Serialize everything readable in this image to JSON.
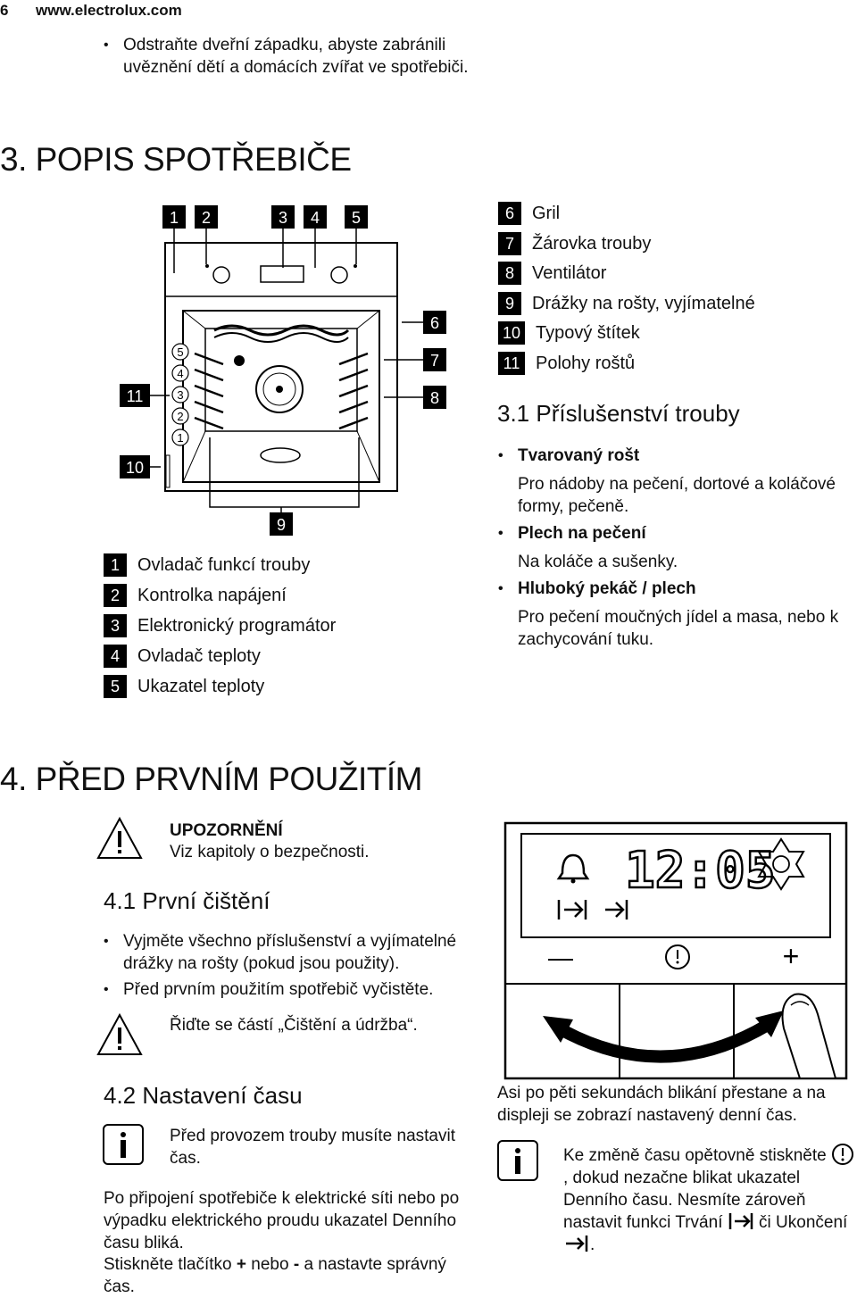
{
  "header": {
    "page_number": "6",
    "url": "www.electrolux.com"
  },
  "intro_bullet": "Odstraňte dveřní západku, abyste zabránili uvěznění dětí a domácích zvířat ve spotřebiči.",
  "section3": {
    "title": "3. POPIS SPOTŘEBIČE",
    "diagram_labels": [
      "1",
      "2",
      "3",
      "4",
      "5",
      "6",
      "7",
      "8",
      "9",
      "10",
      "11"
    ],
    "shelf_levels": [
      "5",
      "4",
      "3",
      "2",
      "1"
    ],
    "legend_left": [
      {
        "num": "1",
        "label": "Ovladač funkcí trouby"
      },
      {
        "num": "2",
        "label": "Kontrolka napájení"
      },
      {
        "num": "3",
        "label": "Elektronický programátor"
      },
      {
        "num": "4",
        "label": "Ovladač teploty"
      },
      {
        "num": "5",
        "label": "Ukazatel teploty"
      }
    ],
    "legend_right": [
      {
        "num": "6",
        "label": "Gril"
      },
      {
        "num": "7",
        "label": "Žárovka trouby"
      },
      {
        "num": "8",
        "label": "Ventilátor"
      },
      {
        "num": "9",
        "label": "Drážky na rošty, vyjímatelné"
      },
      {
        "num": "10",
        "label": "Typový štítek"
      },
      {
        "num": "11",
        "label": "Polohy roštů"
      }
    ],
    "accessories": {
      "title": "3.1 Příslušenství trouby",
      "items": [
        {
          "name": "Tvarovaný rošt",
          "desc": "Pro nádoby na pečení, dortové a koláčové formy, pečeně."
        },
        {
          "name": "Plech na pečení",
          "desc": "Na koláče a sušenky."
        },
        {
          "name": "Hluboký pekáč / plech",
          "desc": "Pro pečení moučných jídel a masa, nebo k zachycování tuku."
        }
      ]
    }
  },
  "section4": {
    "title": "4. PŘED PRVNÍM POUŽITÍM",
    "warning_title": "UPOZORNĚNÍ",
    "warning_text": "Viz kapitoly o bezpečnosti.",
    "cleaning_title": "4.1 První čištění",
    "cleaning_bullets": [
      "Vyjměte všechno příslušenství a vyjímatelné drážky na rošty (pokud jsou použity).",
      "Před prvním použitím spotřebič vyčistěte."
    ],
    "cleaning_warning": "Řiďte se částí „Čištění a údržba“.",
    "time_title": "4.2 Nastavení času",
    "time_info": "Před provozem trouby musíte nastavit čas.",
    "time_para1": "Po připojení spotřebiče k elektrické síti nebo po výpadku elektrického proudu ukazatel Denního času bliká.",
    "time_para2_prefix": "Stiskněte tlačítko ",
    "time_para2_plus": "+",
    "time_para2_mid": " nebo ",
    "time_para2_minus": "-",
    "time_para2_suffix": " a nastavte správný čas.",
    "display_time": "12:05",
    "display_minus": "—",
    "display_plus": "+",
    "right_para": "Asi po pěti sekundách blikání přestane a na displeji se zobrazí nastavený denní čas.",
    "right_info_1": "Ke změně času opětovně stiskněte",
    "right_info_2": ", dokud nezačne blikat ukazatel Denního času. Nesmíte zároveň nastavit funkci Trvání",
    "right_info_3": "či Ukončení",
    "right_info_4": "."
  }
}
